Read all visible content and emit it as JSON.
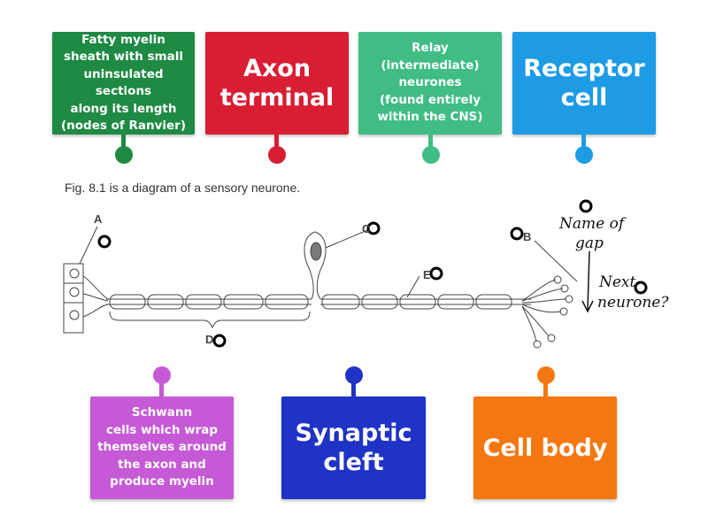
{
  "top_cards": [
    {
      "text": "Fatty myelin\nsheath with small\nuninsulated sections\nalong its length\n(nodes of Ranvier)",
      "color": "#1e8a43"
    },
    {
      "text": "Axon\nterminal",
      "color": "#d91d33"
    },
    {
      "text": "Relay\n(intermediate)\nneurones\n(found entirely\nwithin the CNS)",
      "color": "#3fbd85"
    },
    {
      "text": "Receptor\ncell",
      "color": "#1e9be5"
    }
  ],
  "bottom_cards": [
    {
      "text": "Schwann\ncells which wrap\nthemselves around\nthe axon and\nproduce myelin",
      "color": "#c659d6"
    },
    {
      "text": "Synaptic\ncleft",
      "color": "#1f33c6"
    },
    {
      "text": "Cell body",
      "color": "#f57711"
    }
  ],
  "figure": {
    "caption": "Fig. 8.1 is a diagram of a sensory neurone.",
    "labels": {
      "A": "A",
      "B": "B",
      "C": "C",
      "D": "D",
      "E": "E"
    },
    "handwritten": {
      "line1": "Name of",
      "line2": "gap",
      "line3": "Next",
      "line4": "neurone?"
    },
    "colors": {
      "ink": "#444444",
      "nucleus": "#7a7a7a"
    }
  }
}
